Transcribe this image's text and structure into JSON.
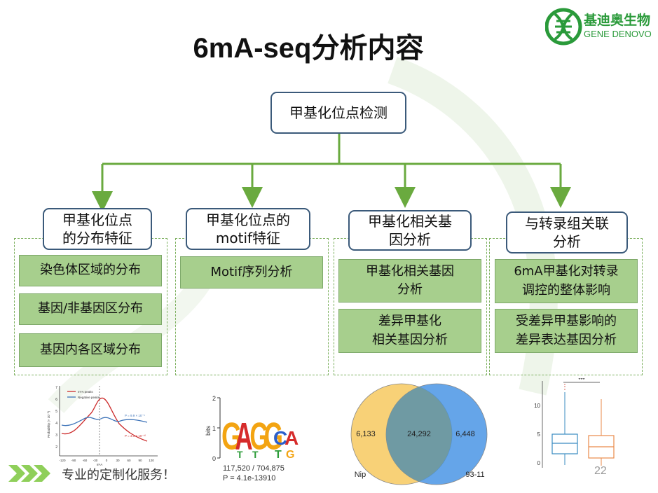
{
  "slide": {
    "title": "6mA-seq分析内容",
    "root": "甲基化位点检测",
    "page_number": "22",
    "footer": "专业的定制化服务！"
  },
  "logo": {
    "cn": "基迪奥生物",
    "en": "GENE DENOVO",
    "color": "#2a9a3a"
  },
  "branches": [
    {
      "label": "甲基化位点\n的分布特征",
      "items": [
        "染色体区域的分布",
        "基因/非基因区分布",
        "基因内各区域分布"
      ]
    },
    {
      "label": "甲基化位点的\nmotif特征",
      "items": [
        "Motif序列分析"
      ]
    },
    {
      "label": "甲基化相关基\n因分析",
      "items": [
        "甲基化相关基因\n分析",
        "差异甲基化\n相关基因分析"
      ]
    },
    {
      "label": "与转录组关联\n分析",
      "items": [
        "6mA甲基化对转录\n调控的整体影响",
        "受差异甲基影响的\n差异表达基因分析"
      ]
    }
  ],
  "colors": {
    "item_fill": "#a7cf8d",
    "connector": "#6aaa3f",
    "node_border": "#3b5a7a"
  },
  "thumb_line": {
    "legend": [
      "m⁶A peaks",
      "Negative peaks"
    ],
    "p_values": [
      "P = 9.9 × 10⁻⁵",
      "P = 3.3 × 10⁻¹⁰"
    ],
    "x_ticks": [
      "-120",
      "-90",
      "-60",
      "-30",
      "0",
      "30",
      "60",
      "90",
      "120"
    ],
    "y_label": "Probability (× 10⁻³)",
    "y_ticks": [
      "7",
      "6",
      "5",
      "4",
      "3",
      "2"
    ],
    "marker": "m⁶A"
  },
  "thumb_motif": {
    "letters": [
      "G",
      "A",
      "G",
      "G",
      "C",
      "A"
    ],
    "sub_letters": [
      "T",
      "T",
      "T",
      "G"
    ],
    "y_label": "bits",
    "y_ticks": [
      "2",
      "1",
      "0"
    ],
    "stat": "117,520 / 704,875",
    "pvalue": "P = 4.1e-13910"
  },
  "thumb_venn": {
    "left": "6,133",
    "center": "24,292",
    "right": "6,448",
    "left_name": "Nip",
    "right_name": "93-11"
  },
  "thumb_box": {
    "y_ticks": [
      "10",
      "5",
      "0"
    ],
    "sig": "***"
  }
}
